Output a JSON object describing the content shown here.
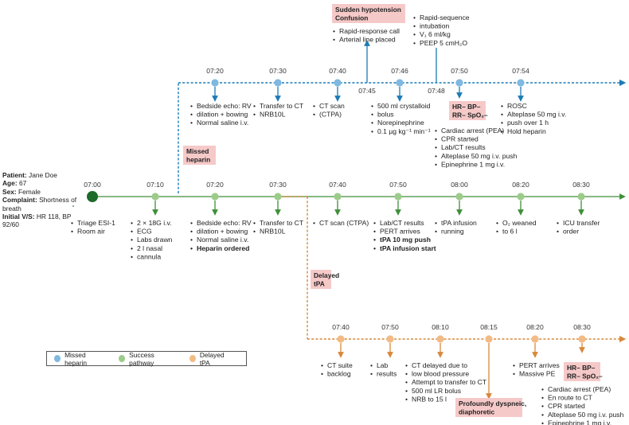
{
  "patient": {
    "name_label": "Patient:",
    "name": "Jane Doe",
    "age_label": "Age:",
    "age": "67",
    "sex_label": "Sex:",
    "sex": "Female",
    "complaint_label": "Complaint:",
    "complaint": "Shortness of breath",
    "vitals_label": "Initial V/S:",
    "vitals": "HR 118, BP 92/60"
  },
  "colors": {
    "blue": "#1b7bb5",
    "blue_dot": "#7fb8e0",
    "green": "#3f8f3a",
    "green_dot": "#9ccb8a",
    "green_start": "#1f6b2a",
    "orange": "#d8883a",
    "orange_dot": "#f2bb85",
    "pink": "#f6c9c9"
  },
  "legend": [
    {
      "label": "Missed heparin",
      "color": "#7fb8e0"
    },
    {
      "label": "Success pathway",
      "color": "#9ccb8a"
    },
    {
      "label": "Delayed tPA",
      "color": "#f2bb85"
    }
  ],
  "blue": {
    "tag": "Missed heparin",
    "nodes": [
      {
        "time": "07:20",
        "items": [
          "Bedside echo: RV",
          "dilation + bowing",
          "Normal saline i.v."
        ]
      },
      {
        "time": "07:30",
        "items": [
          "Transfer to CT",
          "NRB10L"
        ]
      },
      {
        "time": "07:40",
        "items": [
          "CT scan",
          "(CTPA)"
        ]
      },
      {
        "time": "07:46",
        "items": [
          "500 ml crystalloid",
          "bolus",
          "Norepinephrine",
          "0.1 µg kg⁻¹ min⁻¹"
        ]
      },
      {
        "time": "07:50",
        "items": [
          "Cardiac arrest (PEA)",
          "CPR started",
          "Lab/CT results",
          "Alteplase 50 mg i.v. push",
          "Epinephrine 1 mg i.v."
        ]
      },
      {
        "time": "07:54",
        "items": [
          "ROSC",
          "Alteplase 50 mg i.v.",
          "push over 1 h",
          "Hold heparin"
        ]
      }
    ],
    "t745": {
      "time": "07:45",
      "box": [
        "Sudden hypotension",
        "Confusion"
      ],
      "items": [
        "Rapid-response call",
        "Arterial line placed"
      ]
    },
    "t748": {
      "time": "07:48",
      "items": [
        "Rapid-sequence",
        "intubation",
        "V₁ 6 ml/kg",
        "PEEP 5 cmH₂O"
      ]
    },
    "status_box": [
      "HR– BP–",
      "RR– SpO₂–"
    ]
  },
  "green": {
    "nodes": [
      {
        "time": "07:00",
        "items": [
          "Triage ESI-1",
          "Room air"
        ]
      },
      {
        "time": "07:10",
        "items": [
          "2 × 18G i.v.",
          "ECG",
          "Labs drawn",
          "2 l nasal",
          "cannula"
        ]
      },
      {
        "time": "07:20",
        "items": [
          "Bedside echo: RV",
          "dilation + bowing",
          "Normal saline i.v.",
          "Heparin ordered"
        ]
      },
      {
        "time": "07:30",
        "items": [
          "Transfer to CT",
          "NRB10L"
        ]
      },
      {
        "time": "07:40",
        "items": [
          "CT scan (CTPA)"
        ]
      },
      {
        "time": "07:50",
        "items": [
          "Lab/CT results",
          "PERT arrives",
          "tPA 10 mg push",
          "tPA infusion start"
        ]
      },
      {
        "time": "08:00",
        "items": [
          "tPA infusion",
          "running"
        ]
      },
      {
        "time": "08:20",
        "items": [
          "O₂ weaned",
          "to 6 l"
        ]
      },
      {
        "time": "08:30",
        "items": [
          "ICU transfer",
          "order"
        ]
      }
    ]
  },
  "orange": {
    "tag": "Delayed tPA",
    "nodes": [
      {
        "time": "07:40",
        "items": [
          "CT suite",
          "backlog"
        ]
      },
      {
        "time": "07:50",
        "items": [
          "Lab",
          "results"
        ]
      },
      {
        "time": "08:10",
        "items": [
          "CT delayed due to",
          "low blood pressure",
          "Attempt to transfer to CT",
          "500 ml LR bolus",
          "NRB to 15 l"
        ]
      },
      {
        "time": "08:15",
        "box": [
          "Profoundly dyspneic,",
          "diaphoretic"
        ]
      },
      {
        "time": "08:20",
        "items": [
          "PERT arrives",
          "Massive PE"
        ]
      },
      {
        "time": "08:30",
        "items": [
          "Cardiac arrest (PEA)",
          "En route to CT",
          "CPR started",
          "Alteplase 50 mg i.v. push",
          "Epinephrine 1 mg i.v."
        ]
      }
    ],
    "status_box": [
      "HR– BP–",
      "RR– SpO₂–"
    ]
  }
}
